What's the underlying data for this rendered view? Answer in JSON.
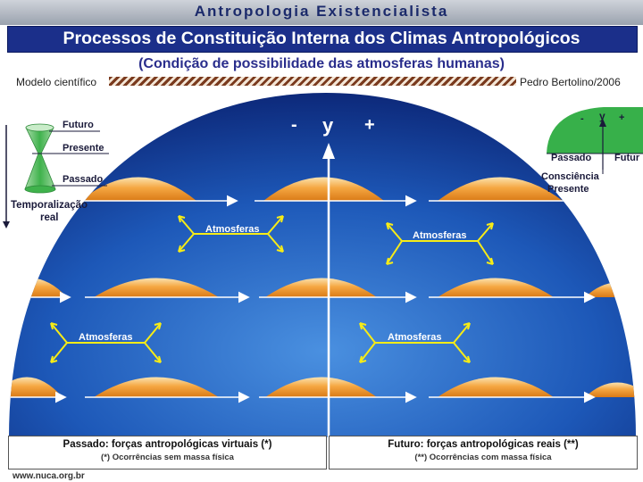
{
  "header": {
    "app_title": "Antropologia Existencialista",
    "main_title": "Processos de Constituição Interna dos Climas Antropológicos",
    "subtitle": "(Condição de possibilidade das atmosferas humanas)",
    "model_label": "Modelo científico",
    "author_label": "Pedro Bertolino/2006"
  },
  "diagram": {
    "axis_y": "y",
    "axis_minus": "-",
    "axis_plus": "+",
    "atmosphere_label": "Atmosferas",
    "colors": {
      "sky_center": "#3f84d8",
      "sky_edge": "#0a2170",
      "dome_orange": "#f39a33",
      "arrow_yellow": "#f7ec16",
      "cone_green": "#37b04a"
    }
  },
  "left_legend": {
    "futuro": "Futuro",
    "presente": "Presente",
    "passado": "Passado",
    "temporalizacao": "Temporalização",
    "real": "real"
  },
  "right_legend": {
    "minus": "-",
    "y": "y",
    "plus": "+",
    "passado": "Passado",
    "futuro": "Futur",
    "consciencia": "Consciência",
    "presente": "Presente"
  },
  "footer": {
    "left_main": "Passado: forças antropológicas virtuais (*)",
    "left_sub": "(*) Ocorrências sem massa física",
    "right_main": "Futuro: forças antropológicas reais (**)",
    "right_sub": "(**) Ocorrências com massa física",
    "url": "www.nuca.org.br"
  }
}
